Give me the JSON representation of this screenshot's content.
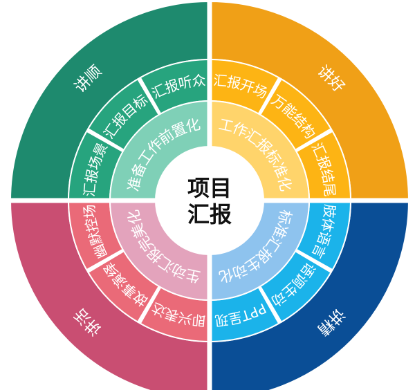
{
  "center": {
    "line1": "项目",
    "line2": "汇报"
  },
  "quadrants": [
    {
      "id": "top-left",
      "outer_label": "讲顺",
      "ring_label": "准备工作前置化",
      "segments": [
        "汇报场景",
        "汇报目标",
        "汇报听众"
      ],
      "colors": {
        "outer": "#1e8a6e",
        "middle": "#27a47e",
        "inner": "#7fd0b7"
      }
    },
    {
      "id": "top-right",
      "outer_label": "讲好",
      "ring_label": "工作汇报标准化",
      "segments": [
        "汇报开场",
        "万能结构",
        "汇报结尾"
      ],
      "colors": {
        "outer": "#f0a017",
        "middle": "#fdb414",
        "inner": "#ffd46b"
      }
    },
    {
      "id": "bottom-right",
      "outer_label": "讲精",
      "ring_label": "标准汇报生动化",
      "segments": [
        "肢体语言",
        "语调生动",
        "PPT呈现"
      ],
      "colors": {
        "outer": "#0a4e96",
        "middle": "#1bb3ea",
        "inner": "#8ec3ee"
      }
    },
    {
      "id": "bottom-left",
      "outer_label": "讲活",
      "ring_label": "生动汇报完美化",
      "segments": [
        "即兴表达",
        "故事演绎",
        "幽默控场"
      ],
      "colors": {
        "outer": "#c94e72",
        "middle": "#ea6a78",
        "inner": "#e3a3bc"
      }
    }
  ]
}
